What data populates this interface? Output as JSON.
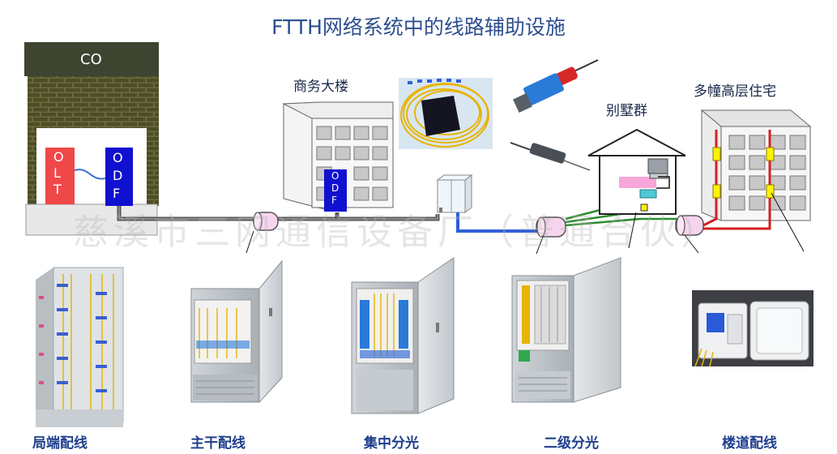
{
  "title": "FTTH网络系统中的线路辅助设施",
  "co": {
    "label": "CO",
    "olt": "OLT",
    "odf": "ODF"
  },
  "labels": {
    "business_building": "商务大楼",
    "villa_group": "别墅群",
    "high_rise": "多幢高层住宅"
  },
  "building_odf": "ODF",
  "bottom_labels": [
    "局端配线",
    "主干配线",
    "集中分光",
    "二级分光",
    "楼道配线"
  ],
  "watermark": "慈溪市三网通信设备厂（普通合伙）",
  "colors": {
    "title": "#2d4f8f",
    "trunk_cable": "#555555",
    "blue_cable": "#2f5fd8",
    "green_cable": "#2e8b2e",
    "red_cable": "#d42020",
    "olt": "#f04848",
    "odf": "#1010d0",
    "co_roof": "#3d4430",
    "brick": "#6b6a3a"
  }
}
